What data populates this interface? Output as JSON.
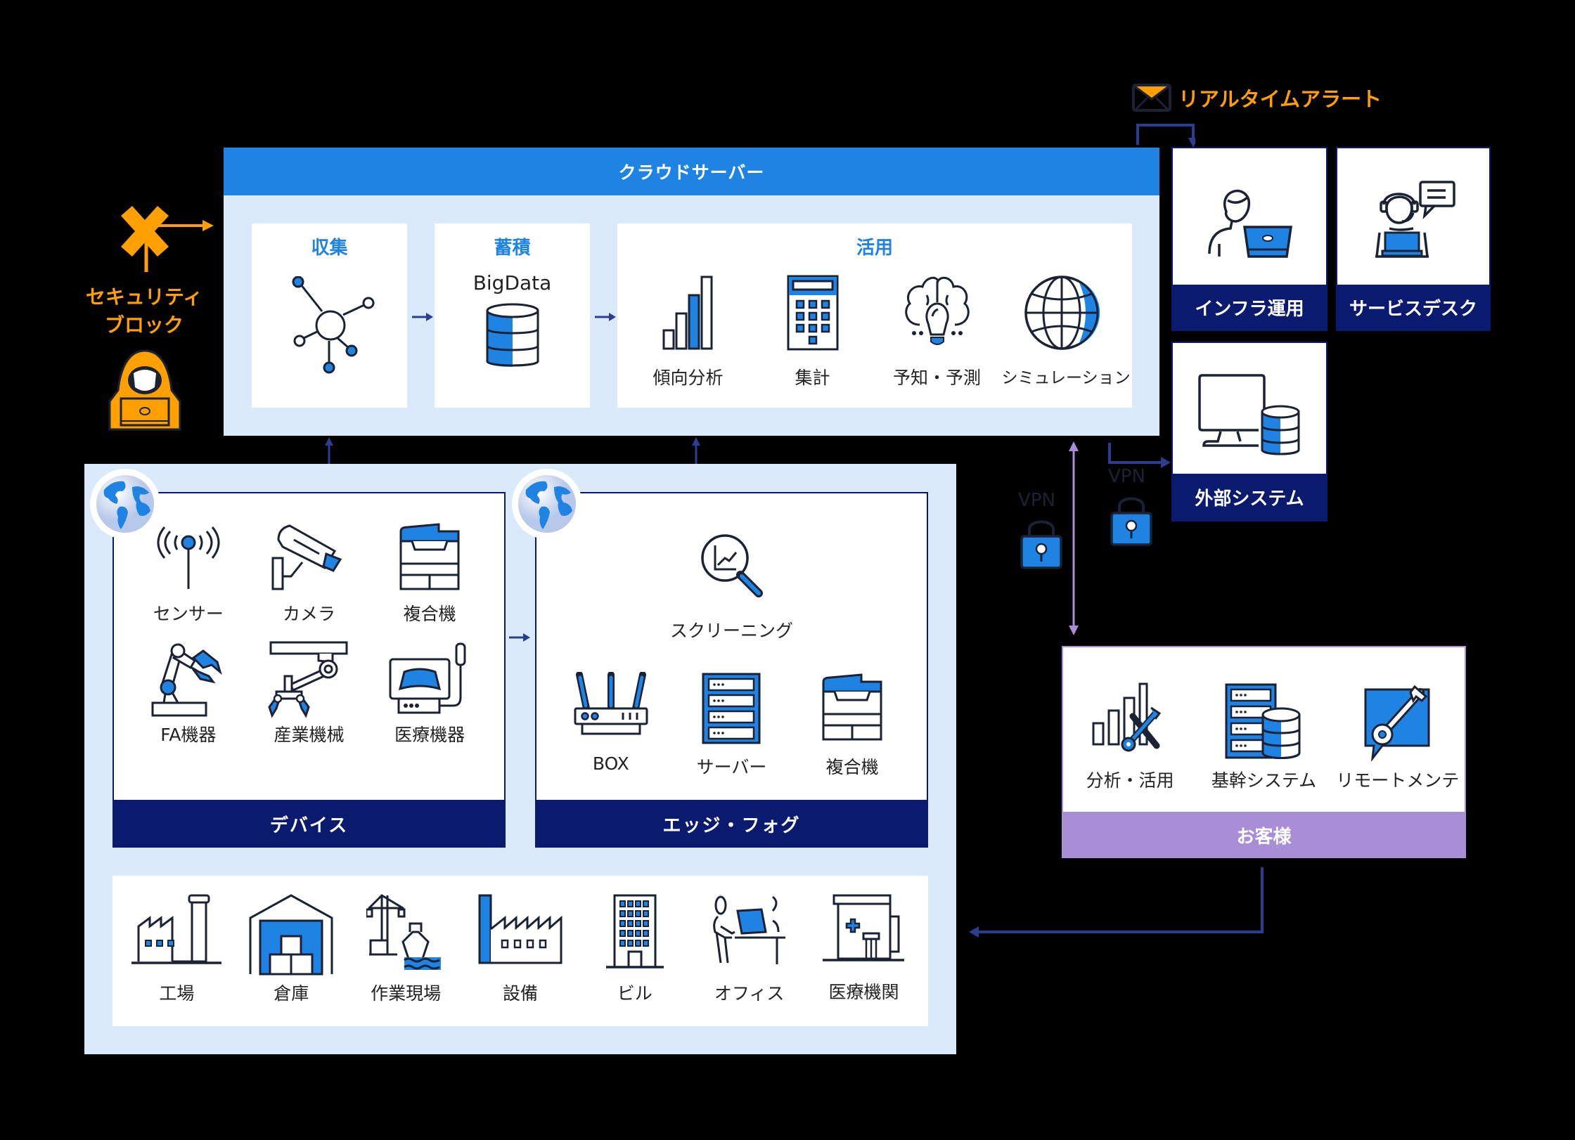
{
  "alert": {
    "label": "リアルタイムアラート",
    "icon": "mail-icon",
    "color": "#ffa000"
  },
  "security": {
    "line1": "セキュリティ",
    "line2": "ブロック",
    "icon": "hacker-icon",
    "block_icon": "x-block-icon",
    "color": "#ffa000"
  },
  "cloud": {
    "title": "クラウドサーバー",
    "collect": {
      "title": "収集",
      "icon": "network-hub-icon"
    },
    "store": {
      "title": "蓄積",
      "subtitle": "BigData",
      "icon": "database-icon"
    },
    "utilize": {
      "title": "活用",
      "items": [
        {
          "label": "傾向分析",
          "icon": "bar-chart-icon"
        },
        {
          "label": "集計",
          "icon": "calculator-icon"
        },
        {
          "label": "予知・予測",
          "icon": "brain-bulb-icon"
        },
        {
          "label": "シミュレーション",
          "icon": "globe-grid-icon"
        }
      ]
    }
  },
  "services": [
    {
      "label": "インフラ運用",
      "icon": "operator-laptop-icon"
    },
    {
      "label": "サービスデスク",
      "icon": "support-headset-icon"
    },
    {
      "label": "外部システム",
      "icon": "monitor-database-icon"
    }
  ],
  "vpn": {
    "label": "VPN",
    "icon": "padlock-icon"
  },
  "devices": {
    "band": "デバイス",
    "items": [
      {
        "label": "センサー",
        "icon": "sensor-icon"
      },
      {
        "label": "カメラ",
        "icon": "camera-icon"
      },
      {
        "label": "複合機",
        "icon": "printer-icon"
      },
      {
        "label": "FA機器",
        "icon": "robot-arm-icon"
      },
      {
        "label": "産業機械",
        "icon": "industrial-crane-icon"
      },
      {
        "label": "医療機器",
        "icon": "ultrasound-icon"
      }
    ]
  },
  "edge": {
    "band": "エッジ・フォグ",
    "screening": {
      "label": "スクリーニング",
      "icon": "magnifier-chart-icon"
    },
    "items": [
      {
        "label": "BOX",
        "icon": "router-icon"
      },
      {
        "label": "サーバー",
        "icon": "server-rack-icon"
      },
      {
        "label": "複合機",
        "icon": "printer-icon"
      }
    ]
  },
  "places": [
    {
      "label": "工場",
      "icon": "factory-icon"
    },
    {
      "label": "倉庫",
      "icon": "warehouse-icon"
    },
    {
      "label": "作業現場",
      "icon": "port-site-icon"
    },
    {
      "label": "設備",
      "icon": "facility-icon"
    },
    {
      "label": "ビル",
      "icon": "building-icon"
    },
    {
      "label": "オフィス",
      "icon": "office-worker-icon"
    },
    {
      "label": "医療機関",
      "icon": "hospital-icon"
    }
  ],
  "customer": {
    "band": "お客様",
    "items": [
      {
        "label": "分析・活用",
        "icon": "chart-tools-icon"
      },
      {
        "label": "基幹システム",
        "icon": "server-database-icon"
      },
      {
        "label": "リモートメンテ",
        "icon": "wrench-chat-icon"
      }
    ]
  },
  "colors": {
    "primary": "#1f83e4",
    "navy": "#0a1a6e",
    "light": "#dbeafa",
    "customer": "#a78ed6",
    "alert": "#ffa000",
    "arrow": "#2a3d8f"
  }
}
